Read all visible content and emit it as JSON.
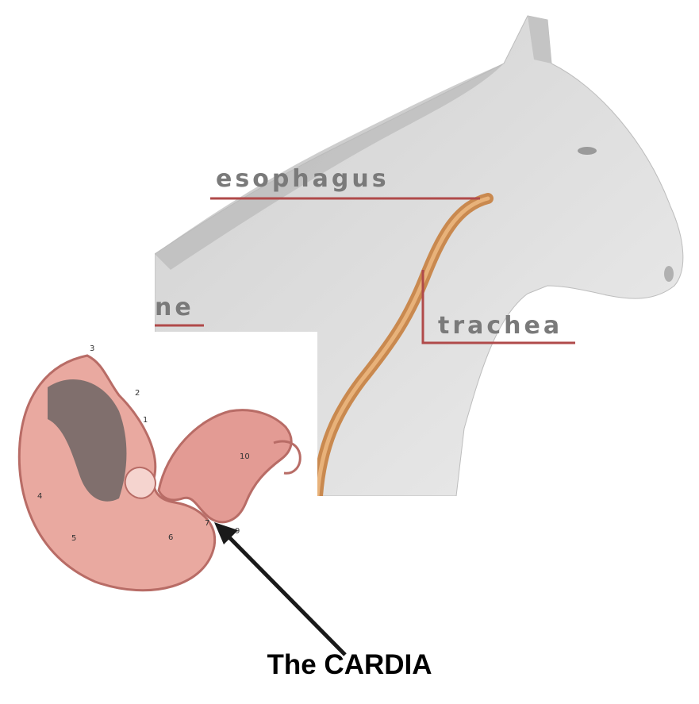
{
  "labels": {
    "esophagus": "esophagus",
    "trachea": "trachea",
    "partial": "ne"
  },
  "stomach_numbers": [
    "1",
    "2",
    "3",
    "4",
    "5",
    "6",
    "7",
    "9",
    "10"
  ],
  "caption": "The CARDIA",
  "colors": {
    "esophagus_tube": "#c9894f",
    "esophagus_highlight": "#e8b27a",
    "label_underline": "#b04a4a",
    "horse_gray": "#e6e6e6",
    "stomach_pink": "#e9a9a0",
    "stomach_dark": "#b86c66",
    "arrow": "#1a1a1a"
  }
}
